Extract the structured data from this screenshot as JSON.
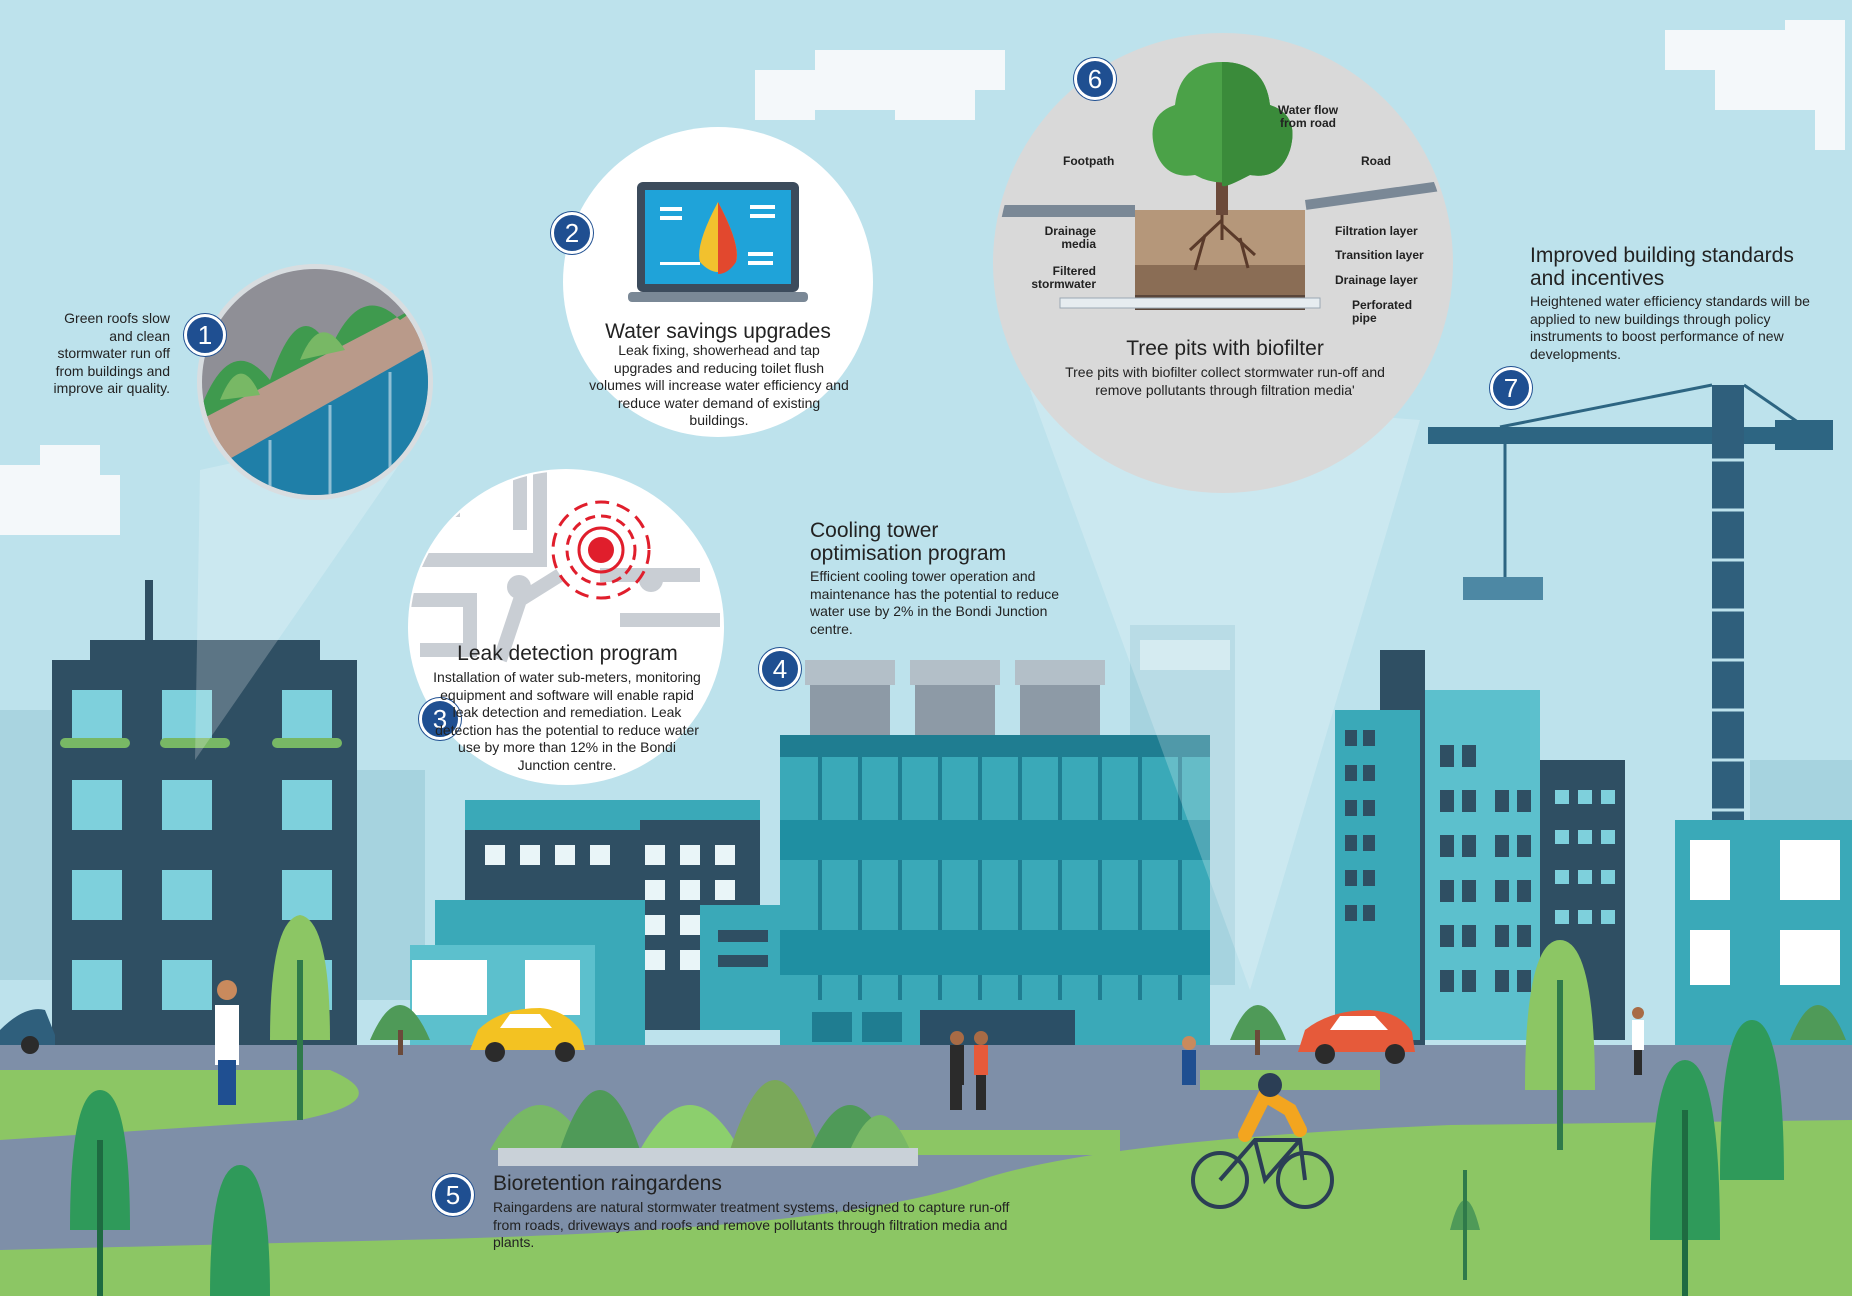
{
  "callouts": {
    "c1": {
      "number": "1",
      "text": "Green roofs slow and clean stormwater run off from buildings and improve air quality."
    },
    "c2": {
      "number": "2",
      "title": "Water savings upgrades",
      "text": "Leak fixing, showerhead and tap upgrades and reducing toilet flush volumes will increase water efficiency and reduce water demand of existing buildings."
    },
    "c3": {
      "number": "3",
      "title": "Leak detection program",
      "text": "Installation of water sub-meters, monitoring equipment and software will enable rapid leak detection and remediation. Leak detection has the potential to reduce water use by more than 12% in the Bondi Junction centre."
    },
    "c4": {
      "number": "4",
      "title": "Cooling tower optimisation program",
      "text": "Efficient cooling tower operation and maintenance has the potential to reduce water use by 2% in the Bondi Junction centre."
    },
    "c5": {
      "number": "5",
      "title": "Bioretention raingardens",
      "text": "Raingardens are natural stormwater treatment systems, designed to capture run-off from roads, driveways and roofs and remove pollutants through filtration media and plants."
    },
    "c6": {
      "number": "6",
      "title": "Tree pits with biofilter",
      "text": "Tree pits with biofilter collect stormwater run-off and remove pollutants through filtration media'"
    },
    "c7": {
      "number": "7",
      "title": "Improved building standards and incentives",
      "text": "Heightened water efficiency standards will be applied to new buildings through policy instruments to boost performance of new developments."
    }
  },
  "tree_pit_labels": {
    "water_flow": "Water flow from road",
    "footpath": "Footpath",
    "road": "Road",
    "drainage_media": "Drainage media",
    "filtration_layer": "Filtration layer",
    "transition_layer": "Transition layer",
    "drainage_layer": "Drainage layer",
    "filtered_stormwater": "Filtered stormwater",
    "perforated_pipe": "Perforated pipe"
  },
  "colors": {
    "sky": "#bde2ec",
    "badge": "#1f4f91",
    "building_teal": "#3aa9b8",
    "building_dark": "#2f4f63",
    "grass": "#8cc664",
    "road": "#7e8fa8"
  }
}
